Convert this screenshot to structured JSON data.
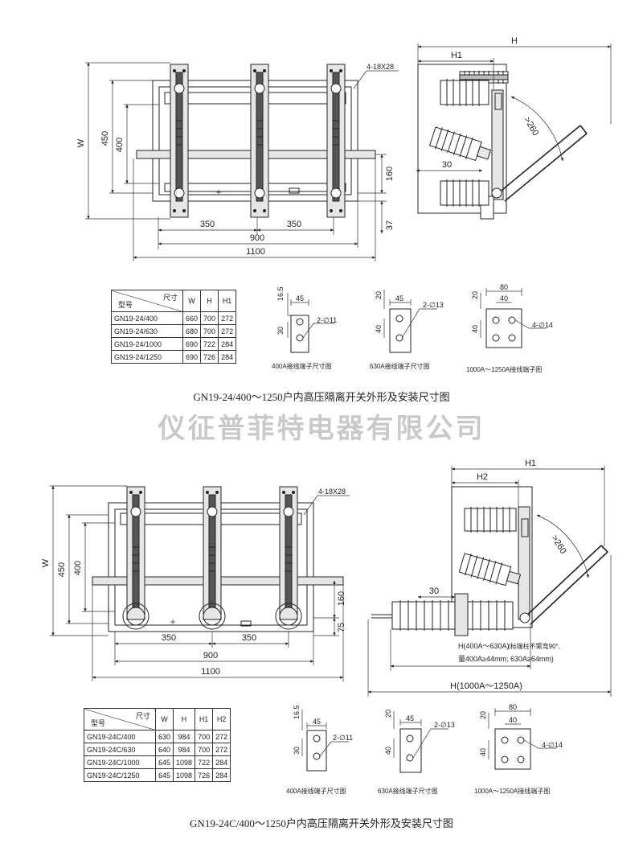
{
  "watermark": "仪征普菲特电器有限公司",
  "diagram1": {
    "caption": "GN19-24/400～1250户内高压隔离开关外形及安装尺寸图",
    "front": {
      "dim_350a": "350",
      "dim_350b": "350",
      "dim_900": "900",
      "dim_1100": "1100",
      "dim_w": "W",
      "dim_450": "450",
      "dim_400": "400",
      "dim_160": "160",
      "dim_37": "37",
      "holes": "4-18X28"
    },
    "side": {
      "dim_h": "H",
      "dim_h1": "H1",
      "dim_260": ">260",
      "dim_30": "30"
    },
    "table": {
      "corner_top": "尺寸",
      "corner_bottom": "型号",
      "headers": [
        "W",
        "H",
        "H1"
      ],
      "rows": [
        [
          "GN19-24/400",
          "660",
          "700",
          "272"
        ],
        [
          "GN19-24/630",
          "680",
          "700",
          "272"
        ],
        [
          "GN19-24/1000",
          "690",
          "722",
          "284"
        ],
        [
          "GN19-24/1250",
          "690",
          "726",
          "284"
        ]
      ]
    },
    "terminals": [
      {
        "d_top": "16.5",
        "d_width": "45",
        "d_side": "30",
        "hole": "2-∅11",
        "label": "400A接线端子尺寸图"
      },
      {
        "d_top": "20",
        "d_width": "45",
        "d_side": "40",
        "hole": "2-∅13",
        "label": "630A接线端子尺寸图"
      },
      {
        "d_top": "20",
        "d_width": "80",
        "d_inner": "40",
        "d_side": "40",
        "hole": "4-∅14",
        "label": "1000A～1250A接线端子图"
      }
    ]
  },
  "diagram2": {
    "caption": "GN19-24C/400～1250户内高压隔离开关外形及安装尺寸图",
    "front": {
      "dim_350a": "350",
      "dim_350b": "350",
      "dim_900": "900",
      "dim_1100": "1100",
      "dim_w": "W",
      "dim_450": "450",
      "dim_400": "400",
      "dim_160": "160",
      "dim_75": "75",
      "holes": "4-18X28"
    },
    "side": {
      "dim_h1": "H1",
      "dim_h2": "H2",
      "dim_260": ">260",
      "dim_30": "30",
      "note1": "H(400A～630A)",
      "note_small": "(标端柱不需弯90°,",
      "note2": "量400A≥44mm; 630A≥64mm)",
      "note3": "H(1000A～1250A)"
    },
    "table": {
      "corner_top": "尺寸",
      "corner_bottom": "型号",
      "headers": [
        "W",
        "H",
        "H1",
        "H2"
      ],
      "rows": [
        [
          "GN19-24C/400",
          "630",
          "984",
          "700",
          "272"
        ],
        [
          "GN19-24C/630",
          "640",
          "984",
          "700",
          "272"
        ],
        [
          "GN19-24C/1000",
          "645",
          "1098",
          "722",
          "284"
        ],
        [
          "GN19-24C/1250",
          "645",
          "1098",
          "726",
          "284"
        ]
      ]
    },
    "terminals": [
      {
        "d_top": "16.5",
        "d_width": "45",
        "d_side": "30",
        "hole": "2-∅11",
        "label": "400A接线端子尺寸图"
      },
      {
        "d_top": "20",
        "d_width": "45",
        "d_side": "40",
        "hole": "2-∅13",
        "label": "630A接线端子尺寸图"
      },
      {
        "d_top": "20",
        "d_width": "80",
        "d_inner": "40",
        "d_side": "40",
        "hole": "4-∅14",
        "label": "1000A～1250A接线端子图"
      }
    ]
  }
}
